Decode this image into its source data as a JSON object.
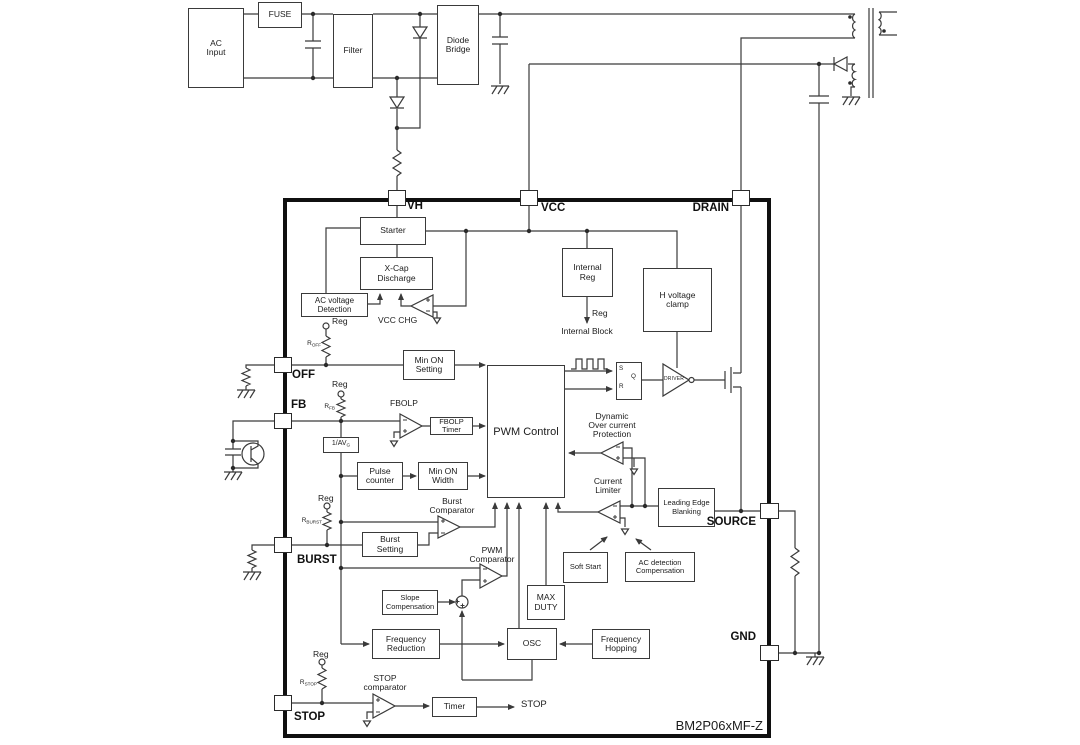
{
  "part_number": "BM2P06xMF-Z",
  "pins": {
    "vh": "VH",
    "vcc": "VCC",
    "drain": "DRAIN",
    "off": "OFF",
    "fb": "FB",
    "burst": "BURST",
    "stop": "STOP",
    "source": "SOURCE",
    "gnd": "GND"
  },
  "external": {
    "ac_input": "AC\nInput",
    "fuse": "FUSE",
    "filter": "Filter",
    "diode_bridge": "Diode\nBridge"
  },
  "blocks": {
    "starter": "Starter",
    "xcap_discharge": "X-Cap\nDischarge",
    "ac_voltage_detection": "AC voltage\nDetection",
    "internal_reg": "Internal\nReg",
    "h_voltage_clamp": "H voltage\nclamp",
    "min_on_setting": "Min ON\nSetting",
    "pwm_control": "PWM Control",
    "fbolp_timer": "FBOLP\nTimer",
    "pulse_counter": "Pulse\ncounter",
    "min_on_width": "Min ON\nWidth",
    "burst_setting": "Burst\nSetting",
    "soft_start": "Soft Start",
    "ac_detection_compensation": "AC detection\nCompensation",
    "max_duty": "MAX\nDUTY",
    "slope_compensation": "Slope\nCompensation",
    "frequency_reduction": "Frequency\nReduction",
    "osc": "OSC",
    "frequency_hopping": "Frequency\nHopping",
    "leading_edge_blanking": "Leading Edge\nBlanking",
    "timer": "Timer"
  },
  "comparators": {
    "fbolp": "FBOLP",
    "vcc_chg": "VCC CHG",
    "burst": "Burst\nComparator",
    "pwm": "PWM\nComparator",
    "stop": "STOP\ncomparator",
    "current_limiter": "Current\nLimiter",
    "dynamic_ocp": "Dynamic\nOver current\nProtection"
  },
  "signals": {
    "reg": "Reg",
    "internal_block": "Internal Block",
    "stop_output": "STOP",
    "driver": "DRIVER",
    "gain": {
      "base": "1/AV",
      "sub": "G"
    }
  },
  "resistors": {
    "r_off": {
      "base": "R",
      "sub": "OFF"
    },
    "r_fb": {
      "base": "R",
      "sub": "FB"
    },
    "r_burst": {
      "base": "R",
      "sub": "BURST"
    },
    "r_stop": {
      "base": "R",
      "sub": "STOP"
    }
  },
  "flip_flop": {
    "s": "S",
    "r": "R",
    "q": "Q"
  },
  "colors": {
    "wire": "#3a3a3a",
    "ic_border": "#101010",
    "text": "#1c1c1c",
    "background": "#ffffff"
  }
}
